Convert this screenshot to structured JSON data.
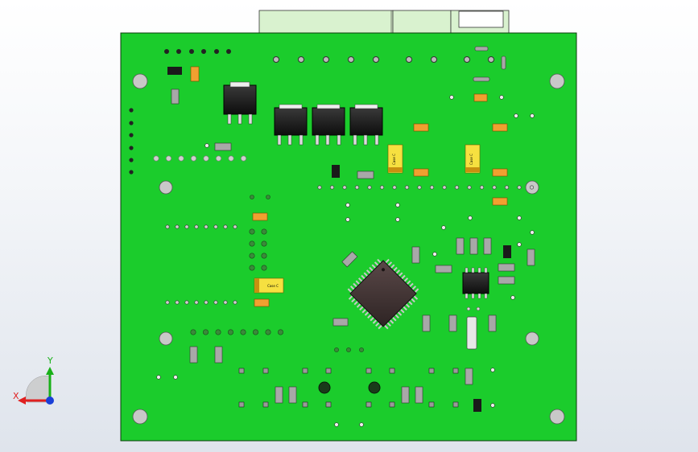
{
  "viewport": {
    "background_color": "#eef1f5",
    "board_color": "#1bcc2c",
    "board_outline_color": "#0a3d0a",
    "connector_color": "#d9f2cf"
  },
  "components": {
    "cap_labels": [
      "Case C",
      "Case C",
      "Case C"
    ]
  },
  "triad": {
    "x_label": "X",
    "y_label": "Y",
    "x_color": "#e02020",
    "y_color": "#18b018",
    "z_color": "#1a3fd8"
  }
}
